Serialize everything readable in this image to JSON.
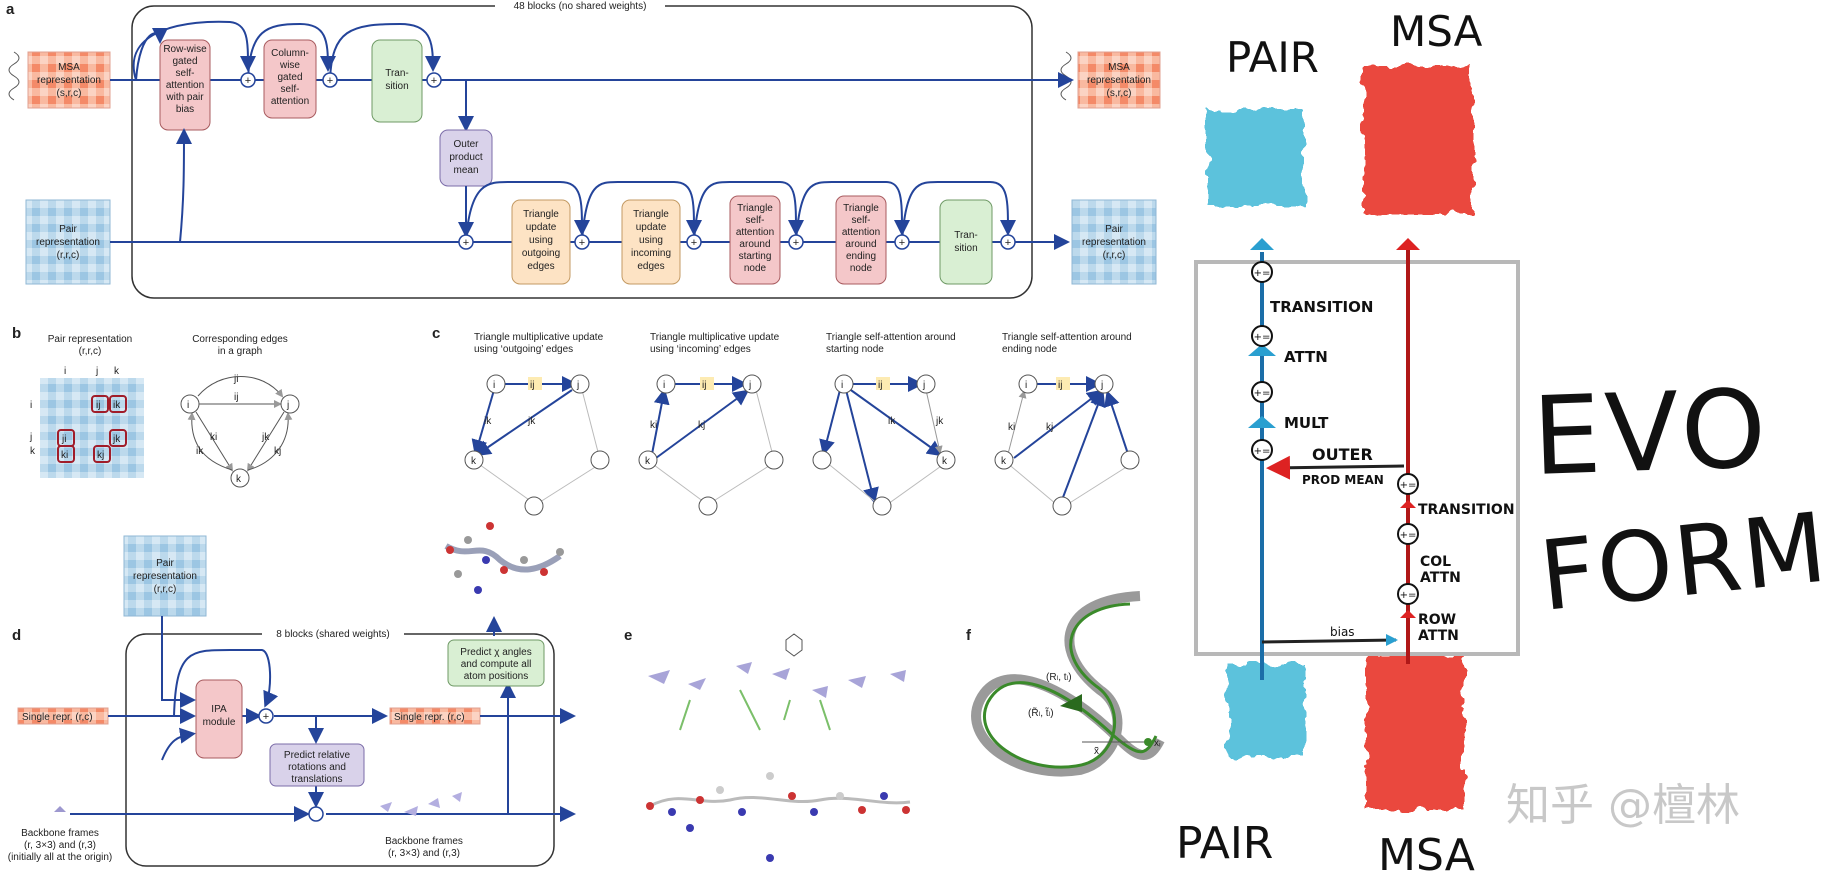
{
  "panel_a": {
    "label": "a",
    "blocks": "48 blocks (no shared weights)",
    "msa_in": [
      "MSA",
      "representation",
      "(s,r,c)"
    ],
    "msa_out": [
      "MSA",
      "representation",
      "(s,r,c)"
    ],
    "pair_in": [
      "Pair",
      "representation",
      "(r,r,c)"
    ],
    "pair_out": [
      "Pair",
      "representation",
      "(r,r,c)"
    ],
    "row_attn": [
      "Row-wise",
      "gated",
      "self-",
      "attention",
      "with pair",
      "bias"
    ],
    "col_attn": [
      "Column-",
      "wise",
      "gated",
      "self-",
      "attention"
    ],
    "transition_msa": [
      "Tran-",
      "sition"
    ],
    "outer": [
      "Outer",
      "product",
      "mean"
    ],
    "tri_out": [
      "Triangle",
      "update",
      "using",
      "outgoing",
      "edges"
    ],
    "tri_in": [
      "Triangle",
      "update",
      "using",
      "incoming",
      "edges"
    ],
    "tri_att_start": [
      "Triangle",
      "self-",
      "attention",
      "around",
      "starting",
      "node"
    ],
    "tri_att_end": [
      "Triangle",
      "self-",
      "attention",
      "around",
      "ending",
      "node"
    ],
    "transition_pair": [
      "Tran-",
      "sition"
    ],
    "plus": "+"
  },
  "panel_b": {
    "label": "b",
    "title1": [
      "Pair representation",
      "(r,r,c)"
    ],
    "title2": [
      "Corresponding edges",
      "in a graph"
    ],
    "axis_top": [
      "i",
      "j",
      "k"
    ],
    "axis_left": [
      "i",
      "j",
      "k"
    ],
    "cells": [
      "ij",
      "ik",
      "ji",
      "jk",
      "ki",
      "kj"
    ],
    "nodes": [
      "i",
      "j",
      "k"
    ],
    "edges": [
      "ji",
      "ij",
      "ik",
      "ki",
      "jk",
      "kj"
    ]
  },
  "panel_c": {
    "label": "c",
    "titles": [
      [
        "Triangle multiplicative update",
        "using ‘outgoing’ edges"
      ],
      [
        "Triangle multiplicative update",
        "using ‘incoming’ edges"
      ],
      [
        "Triangle self-attention around",
        "starting node"
      ],
      [
        "Triangle self-attention around",
        "ending node"
      ]
    ],
    "g1": [
      "i",
      "ij",
      "j",
      "ik",
      "jk",
      "k"
    ],
    "g2": [
      "i",
      "ij",
      "j",
      "ki",
      "kj",
      "k"
    ],
    "g3": [
      "i",
      "ij",
      "j",
      "ik",
      "jk",
      "k"
    ],
    "g4": [
      "i",
      "ij",
      "j",
      "ki",
      "kj",
      "k"
    ]
  },
  "panel_d": {
    "label": "d",
    "pair": [
      "Pair",
      "representation",
      "(r,r,c)"
    ],
    "blocks": "8 blocks (shared weights)",
    "single_in": "Single repr. (r,c)",
    "single_out": "Single repr. (r,c)",
    "ipa": [
      "IPA",
      "module"
    ],
    "predict_rel": [
      "Predict relative",
      "rotations and",
      "translations"
    ],
    "predict_chi": [
      "Predict χ angles",
      "and compute all",
      "atom positions"
    ],
    "frames_in": [
      "Backbone frames",
      "(r, 3×3) and (r,3)",
      "(initially all at the origin)"
    ],
    "frames_out": [
      "Backbone frames",
      "(r, 3×3) and (r,3)"
    ]
  },
  "panel_e": {
    "label": "e"
  },
  "panel_f": {
    "label": "f",
    "frame_top": "(Rₗ, tₗ)",
    "frame_bot": "(R̃ₗ, t̃ₗ)",
    "x_tilde": "x̃",
    "x_i": "xᵢ"
  },
  "sketch": {
    "pair_top": "PAIR",
    "msa_top": "MSA",
    "pair_bottom": "PAIR",
    "msa_bottom": "MSA",
    "transition_l": "TRANSITION",
    "attn_l": "ATTN",
    "mult_l": "MULT",
    "outer": "OUTER",
    "prod_mean": "PROD MEAN",
    "transition_r": "TRANSITION",
    "col_attn": [
      "COL",
      "ATTN"
    ],
    "row_attn": [
      "ROW",
      "ATTN"
    ],
    "bias": "bias",
    "big_title": [
      "EVO",
      "FORMER"
    ],
    "plus_eq": "+="
  },
  "watermark": "知乎 @檀林",
  "colors": {
    "msa_red": "#e8352a",
    "pair_blue": "#3fb8d6",
    "arrow_blue": "#24449a",
    "pink": "#f4c7c9",
    "green": "#d9efd3",
    "purple": "#d9d2ea",
    "orange": "#fde3c4"
  }
}
